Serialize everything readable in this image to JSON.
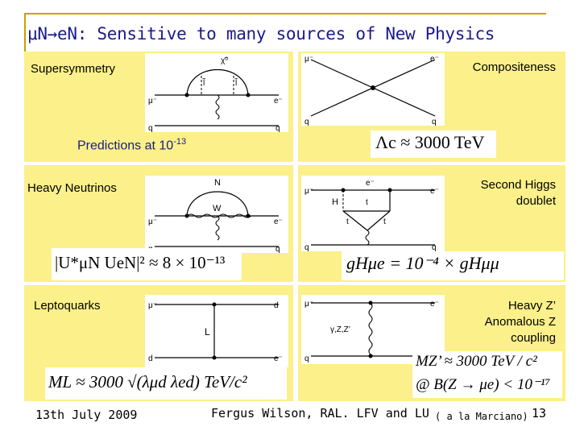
{
  "slide": {
    "title": "μN→eN: Sensitive to many sources of New Physics"
  },
  "panels": {
    "supersymmetry": {
      "label": "Supersymmetry"
    },
    "compositeness": {
      "label": "Compositeness",
      "formula": "Λc ≈ 3000 TeV"
    },
    "predictions": {
      "text": "Predictions at 10",
      "exponent": "-13"
    },
    "heavy_neutrinos": {
      "label": "Heavy Neutrinos",
      "formula": "|U*μN UeN|² ≈ 8 × 10⁻¹³"
    },
    "second_higgs": {
      "label_line1": "Second Higgs",
      "label_line2": "doublet",
      "formula": "gHμe = 10⁻⁴ × gHμμ"
    },
    "leptoquarks": {
      "label": "Leptoquarks",
      "formula": "ML ≈ 3000 √(λμd λed) TeV/c²"
    },
    "heavy_zprime": {
      "label_line1": "Heavy Z’",
      "label_line2": "Anomalous Z",
      "label_line3": "coupling",
      "formula1": "MZ’ ≈ 3000 TeV / c²",
      "formula2": "@ B(Z → μe) < 10⁻¹⁷"
    }
  },
  "diagram_labels": {
    "chi0": "χ̃⁰",
    "l_tilde": "l̃",
    "mu_minus": "μ⁻",
    "e_minus": "e⁻",
    "q": "q",
    "N": "N",
    "W": "W",
    "H": "H",
    "t": "t",
    "L": "L",
    "d": "d",
    "gamma_z": "γ,Z,Z’"
  },
  "footer": {
    "date": "13th July 2009",
    "author": "Fergus Wilson, RAL. LFV and LU",
    "note": "( a la Marciano)",
    "page": "13"
  },
  "colors": {
    "panel": "#fbf08a",
    "title": "#1a1a8c",
    "frame": "#c8a000"
  }
}
